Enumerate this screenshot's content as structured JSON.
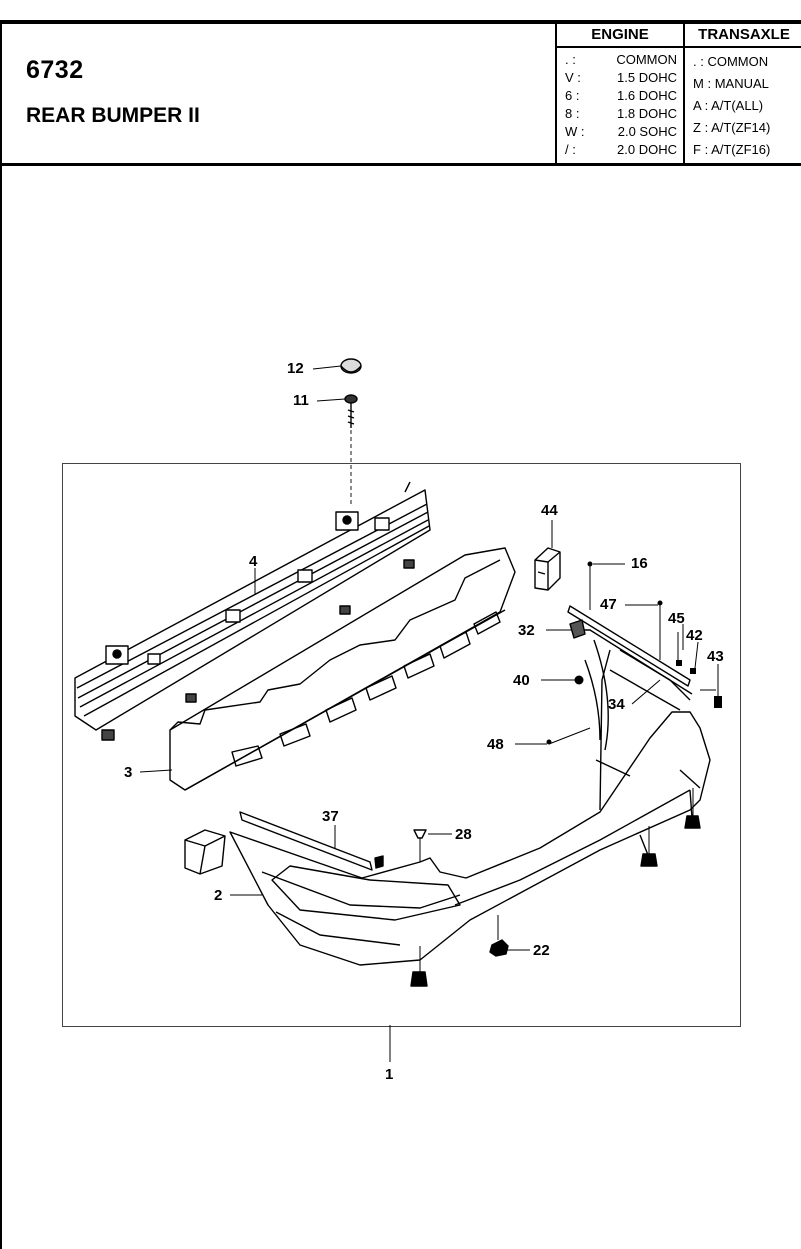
{
  "header": {
    "code": "6732",
    "title": "REAR BUMPER II"
  },
  "spec_table": {
    "engine_heading": "ENGINE",
    "transaxle_heading": "TRANSAXLE",
    "engine": [
      {
        "code": ".",
        "label": "COMMON"
      },
      {
        "code": "V",
        "label": "1.5 DOHC"
      },
      {
        "code": "6",
        "label": "1.6 DOHC"
      },
      {
        "code": "8",
        "label": "1.8 DOHC"
      },
      {
        "code": "W",
        "label": "2.0 SOHC"
      },
      {
        "code": "/",
        "label": "2.0 DOHC"
      }
    ],
    "transaxle": [
      {
        "code": ".",
        "label": "COMMON"
      },
      {
        "code": "M",
        "label": "MANUAL"
      },
      {
        "code": "A",
        "label": "A/T(ALL)"
      },
      {
        "code": "Z",
        "label": "A/T(ZF14)"
      },
      {
        "code": "F",
        "label": "A/T(ZF16)"
      }
    ]
  },
  "part_labels": [
    "12",
    "11",
    "4",
    "44",
    "16",
    "47",
    "45",
    "32",
    "42",
    "43",
    "40",
    "34",
    "48",
    "3",
    "37",
    "28",
    "2",
    "22",
    "1"
  ]
}
